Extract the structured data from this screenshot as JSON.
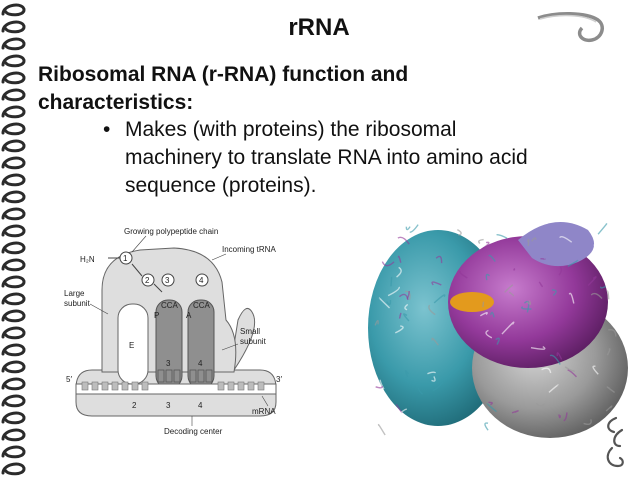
{
  "slide": {
    "title": "rRNA",
    "heading_line1": "Ribosomal RNA (r-RNA) function and",
    "heading_line2": "characteristics:",
    "bullet_symbol": "•",
    "bullet_line1": "Makes (with proteins) the ribosomal",
    "bullet_line2": "machinery to translate RNA into amino acid",
    "bullet_line3": "sequence (proteins)."
  },
  "diagram": {
    "growing_chain": "Growing polypeptide chain",
    "h2n": "H₂N",
    "incoming_trna": "Incoming tRNA",
    "large_subunit_1": "Large",
    "large_subunit_2": "subunit",
    "small_subunit_1": "Small",
    "small_subunit_2": "subunit",
    "e_site": "E",
    "p_site": "P",
    "a_site": "A",
    "cca_p": "CCA",
    "cca_a": "CCA",
    "num1": "1",
    "num2": "2",
    "num3": "3",
    "num4": "4",
    "num3b": "3",
    "num4b": "4",
    "bot2": "2",
    "bot3": "3",
    "bot4": "4",
    "five_prime": "5′",
    "three_prime": "3′",
    "mrna": "mRNA",
    "decoding_center": "Decoding center"
  },
  "colors": {
    "teal": "#3a9aaa",
    "magenta": "#93399a",
    "gray": "#9a9a9a",
    "orange": "#e39a1d",
    "subunit_fill": "#dedede",
    "trna_fill": "#8f8f8f"
  }
}
